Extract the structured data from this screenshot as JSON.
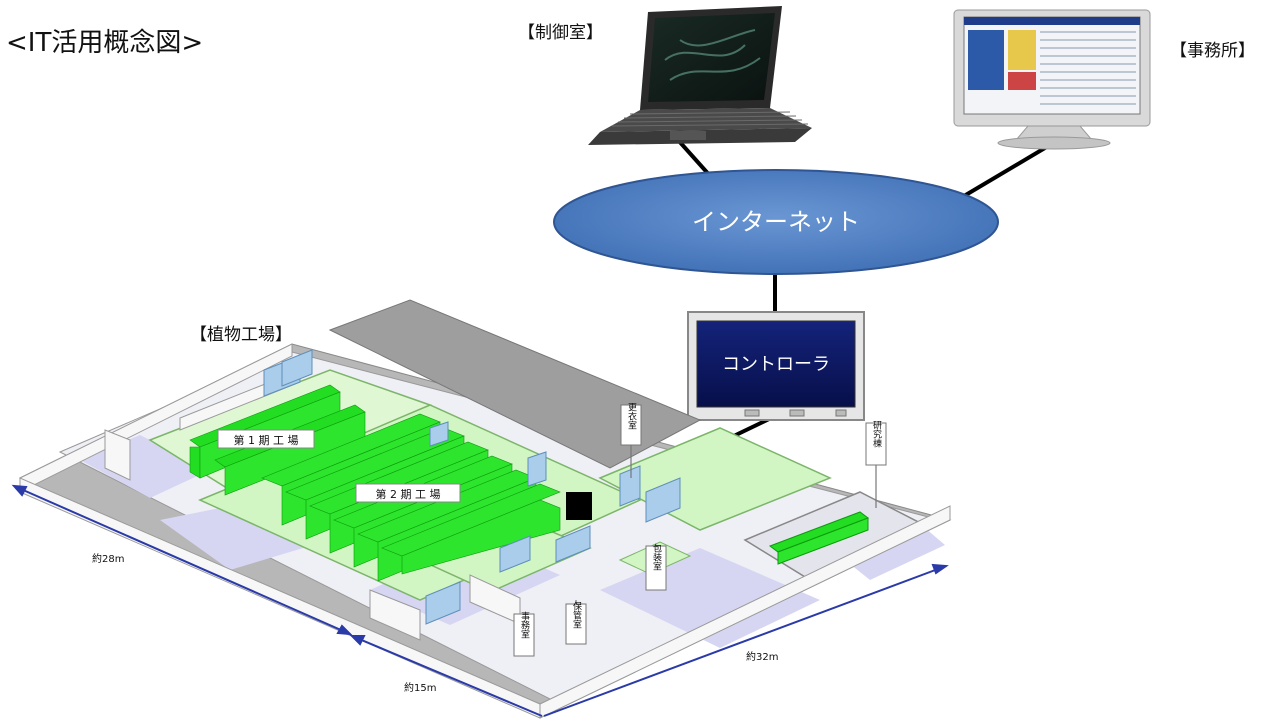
{
  "title": "<IT活用概念図>",
  "nodes": {
    "control_room": {
      "label": "【制御室】"
    },
    "office": {
      "label": "【事務所】"
    },
    "internet": {
      "label": "インターネット"
    },
    "controller": {
      "label": "コントローラ"
    },
    "factory": {
      "label": "【植物工場】"
    }
  },
  "floorplan": {
    "areas": [
      "第 1 期 工 場",
      "第 2 期 工 場"
    ],
    "rooms": [
      "更衣室",
      "研究棟",
      "包装室",
      "保管室",
      "事務室"
    ],
    "dimensions": [
      "約28m",
      "約15m",
      "約32m"
    ]
  },
  "colors": {
    "internet_fill": "#4f7fc0",
    "controller_screen": "#0b1a6e",
    "plant_green": "#22dd22",
    "room_green": "#d2f5c4",
    "floor_lavender": "#d6d6f2",
    "dimension_line": "#2a3aa8"
  }
}
